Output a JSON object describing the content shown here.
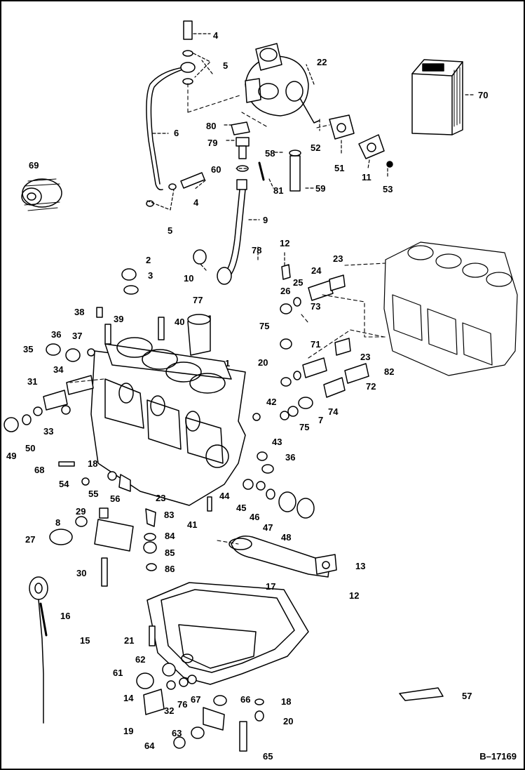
{
  "figure": {
    "reference": "B–17169",
    "callouts": {
      "c1": "1",
      "c2": "2",
      "c3": "3",
      "c4a": "4",
      "c4b": "4",
      "c5a": "5",
      "c5b": "5",
      "c6": "6",
      "c7": "7",
      "c8": "8",
      "c9": "9",
      "c10": "10",
      "c11": "11",
      "c12a": "12",
      "c12b": "12",
      "c13": "13",
      "c14": "14",
      "c15": "15",
      "c16": "16",
      "c17": "17",
      "c18a": "18",
      "c18b": "18",
      "c19": "19",
      "c20a": "20",
      "c20b": "20",
      "c21": "21",
      "c22": "22",
      "c23a": "23",
      "c23b": "23",
      "c23c": "23",
      "c24": "24",
      "c25": "25",
      "c26": "26",
      "c27": "27",
      "c29": "29",
      "c30": "30",
      "c31": "31",
      "c32": "32",
      "c33": "33",
      "c34": "34",
      "c35": "35",
      "c36a": "36",
      "c36b": "36",
      "c37": "37",
      "c38": "38",
      "c39": "39",
      "c40": "40",
      "c41": "41",
      "c42": "42",
      "c43": "43",
      "c44": "44",
      "c45": "45",
      "c46": "46",
      "c47": "47",
      "c48": "48",
      "c49": "49",
      "c50": "50",
      "c51": "51",
      "c52": "52",
      "c53": "53",
      "c54": "54",
      "c55": "55",
      "c56": "56",
      "c57": "57",
      "c58": "58",
      "c59": "59",
      "c60": "60",
      "c61": "61",
      "c62": "62",
      "c63": "63",
      "c64": "64",
      "c65": "65",
      "c66": "66",
      "c67": "67",
      "c68": "68",
      "c69": "69",
      "c70": "70",
      "c71": "71",
      "c72": "72",
      "c73": "73",
      "c74": "74",
      "c75a": "75",
      "c75b": "75",
      "c76": "76",
      "c77": "77",
      "c78": "78",
      "c79": "79",
      "c80": "80",
      "c81": "81",
      "c82": "82",
      "c83": "83",
      "c84": "84",
      "c85": "85",
      "c86": "86"
    }
  }
}
